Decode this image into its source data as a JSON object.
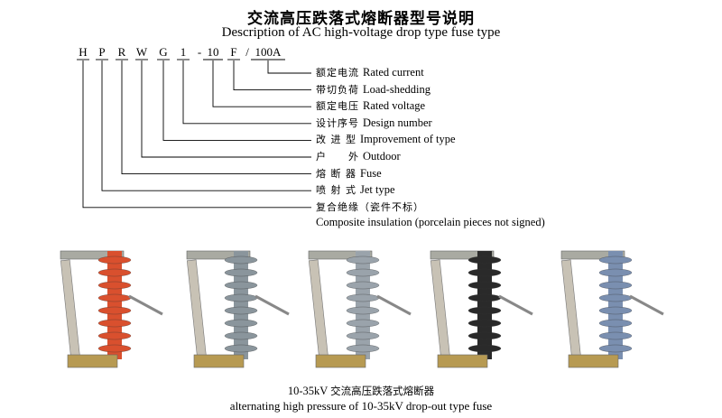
{
  "title": {
    "cn": "交流高压跌落式熔断器型号说明",
    "en": "Description of AC high-voltage drop type fuse type"
  },
  "model_code": {
    "letters": [
      "H",
      "P",
      "R",
      "W",
      "G",
      "1",
      "-",
      "10",
      "F",
      "/",
      "100A"
    ]
  },
  "descriptions": [
    {
      "cn": "额定电流",
      "en": "Rated current"
    },
    {
      "cn": "带切负荷",
      "en": "Load-shedding"
    },
    {
      "cn": "额定电压",
      "en": "Rated voltage"
    },
    {
      "cn": "设计序号",
      "en": "Design number"
    },
    {
      "cn": "改 进 型",
      "en": "Improvement of type"
    },
    {
      "cn": "户　　外",
      "en": "Outdoor"
    },
    {
      "cn": "熔 断 器",
      "en": "Fuse"
    },
    {
      "cn": "喷 射 式",
      "en": "Jet type"
    },
    {
      "cn": "复合绝缘（瓷件不标）",
      "en": ""
    }
  ],
  "composite_note": "Composite insulation (porcelain pieces not signed)",
  "photos": [
    {
      "insulator": "red-composite",
      "color": "#d9502e"
    },
    {
      "insulator": "grey-porcelain",
      "color": "#8a959c"
    },
    {
      "insulator": "grey-porcelain",
      "color": "#9aa3ab"
    },
    {
      "insulator": "black-composite",
      "color": "#2a2a2a"
    },
    {
      "insulator": "blue-grey-composite",
      "color": "#7a8fb0"
    }
  ],
  "caption": {
    "voltage": "10-35kV",
    "cn": "交流高压跌落式熔断器",
    "en": "alternating high pressure of 10-35kV drop-out type fuse"
  }
}
